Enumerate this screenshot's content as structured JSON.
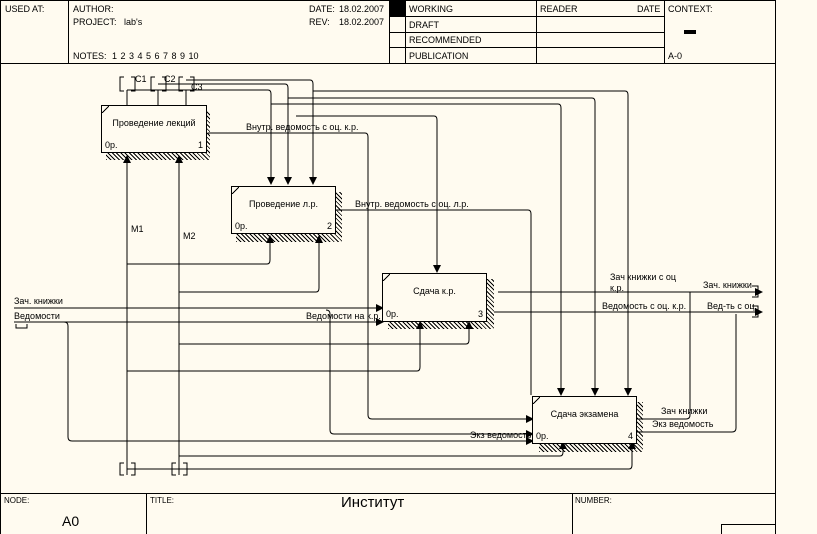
{
  "header": {
    "used_at_label": "USED AT:",
    "author_label": "AUTHOR:",
    "author_value": "",
    "project_label": "PROJECT:",
    "project_value": "lab's",
    "notes_label": "NOTES:",
    "notes_values": "1  2  3  4  5  6  7  8  9  10",
    "date_label": "DATE:",
    "date_value": "18.02.2007",
    "rev_label": "REV:",
    "rev_value": "18.02.2007",
    "status_options": [
      "WORKING",
      "DRAFT",
      "RECOMMENDED",
      "PUBLICATION"
    ],
    "status_selected": "WORKING",
    "reader_label": "READER",
    "reader_date_label": "DATE",
    "context_label": "CONTEXT:",
    "context_node": "A-0"
  },
  "diagram": {
    "activities": [
      {
        "name": "Проведение лекций",
        "cost": "0р.",
        "number": "1"
      },
      {
        "name": "Проведение л.р.",
        "cost": "0р.",
        "number": "2"
      },
      {
        "name": "Сдача к.р.",
        "cost": "0р.",
        "number": "3"
      },
      {
        "name": "Сдача экзамена",
        "cost": "0р.",
        "number": "4"
      }
    ],
    "controls": [
      "C1",
      "C2",
      "C3"
    ],
    "mechanisms": [
      "M1",
      "M2"
    ],
    "arrow_labels": {
      "internal_kr": "Внутр. ведомость с оц. к.р.",
      "internal_lr": "Внутр. ведомость с оц. л.р.",
      "in_books": "Зач. книжки",
      "in_sheets": "Ведомости",
      "sheets_kr": "Ведомости на к.р.",
      "books_with_grade": "Зач книжки с оц к.р.",
      "sheet_with_grade": "Ведомость с оц. к.р.",
      "out_books": "Зач. книжки",
      "out_sheet": "Вед-ть с оц.",
      "exam_sheet_in": "Экз ведомость",
      "exam_books_out": "Зач книжки",
      "exam_sheet_out": "Экз ведомость"
    }
  },
  "footer": {
    "node_label": "NODE:",
    "node_value": "A0",
    "title_label": "TITLE:",
    "title_value": "Институт",
    "number_label": "NUMBER:",
    "number_value": ""
  }
}
